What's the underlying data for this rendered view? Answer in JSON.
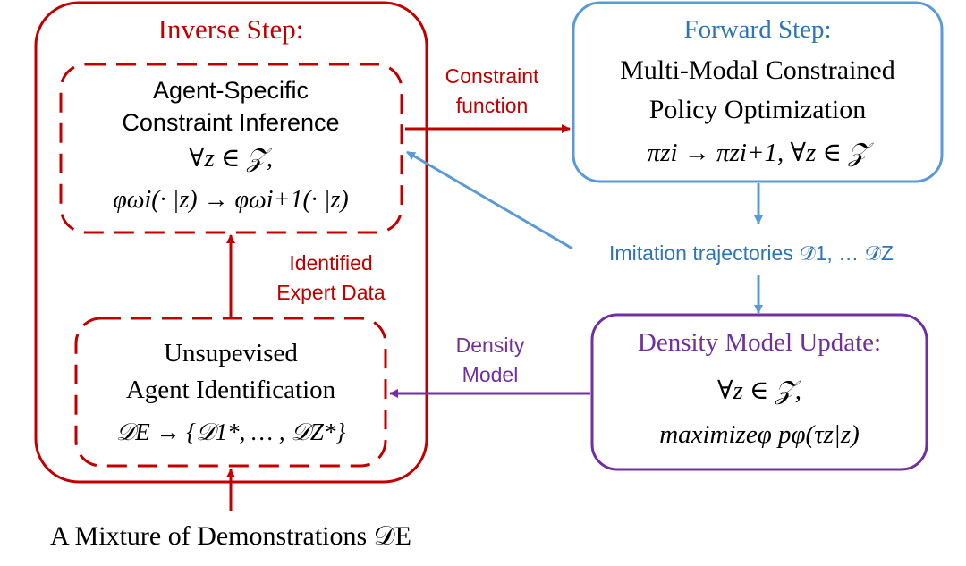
{
  "colors": {
    "red": "#c00000",
    "blue": "#5b9bd5",
    "blue_text": "#2e75b6",
    "purple": "#7030a0",
    "black": "#000000"
  },
  "inverse": {
    "title": "Inverse Step:",
    "constraint_box": {
      "line1": "Agent-Specific",
      "line2": "Constraint Inference",
      "line3": "∀z ∈ 𝒵,",
      "line4": "φωi(· |z) → φωi+1(· |z)"
    },
    "identification_box": {
      "line1": "Unsupevised",
      "line2": "Agent Identification",
      "line3": "𝒟E → {𝒟1*, … , 𝒟Z*}"
    }
  },
  "forward": {
    "title": "Forward Step:",
    "line1": "Multi-Modal Constrained",
    "line2": "Policy Optimization",
    "line3": "πzi → πzi+1, ∀z ∈ 𝒵"
  },
  "density": {
    "title": "Density Model Update:",
    "line1": "∀z ∈ 𝒵,",
    "line2": "maximizeφ pφ(τz|z)"
  },
  "edges": {
    "constraint_function": [
      "Constraint",
      "function"
    ],
    "imitation_trajectories": "Imitation trajectories 𝒟̂1, … 𝒟̂Z",
    "identified_expert_data": [
      "Identified",
      "Expert Data"
    ],
    "density_model": [
      "Density",
      "Model"
    ]
  },
  "footer": {
    "caption": "A Mixture of Demonstrations 𝒟E"
  }
}
